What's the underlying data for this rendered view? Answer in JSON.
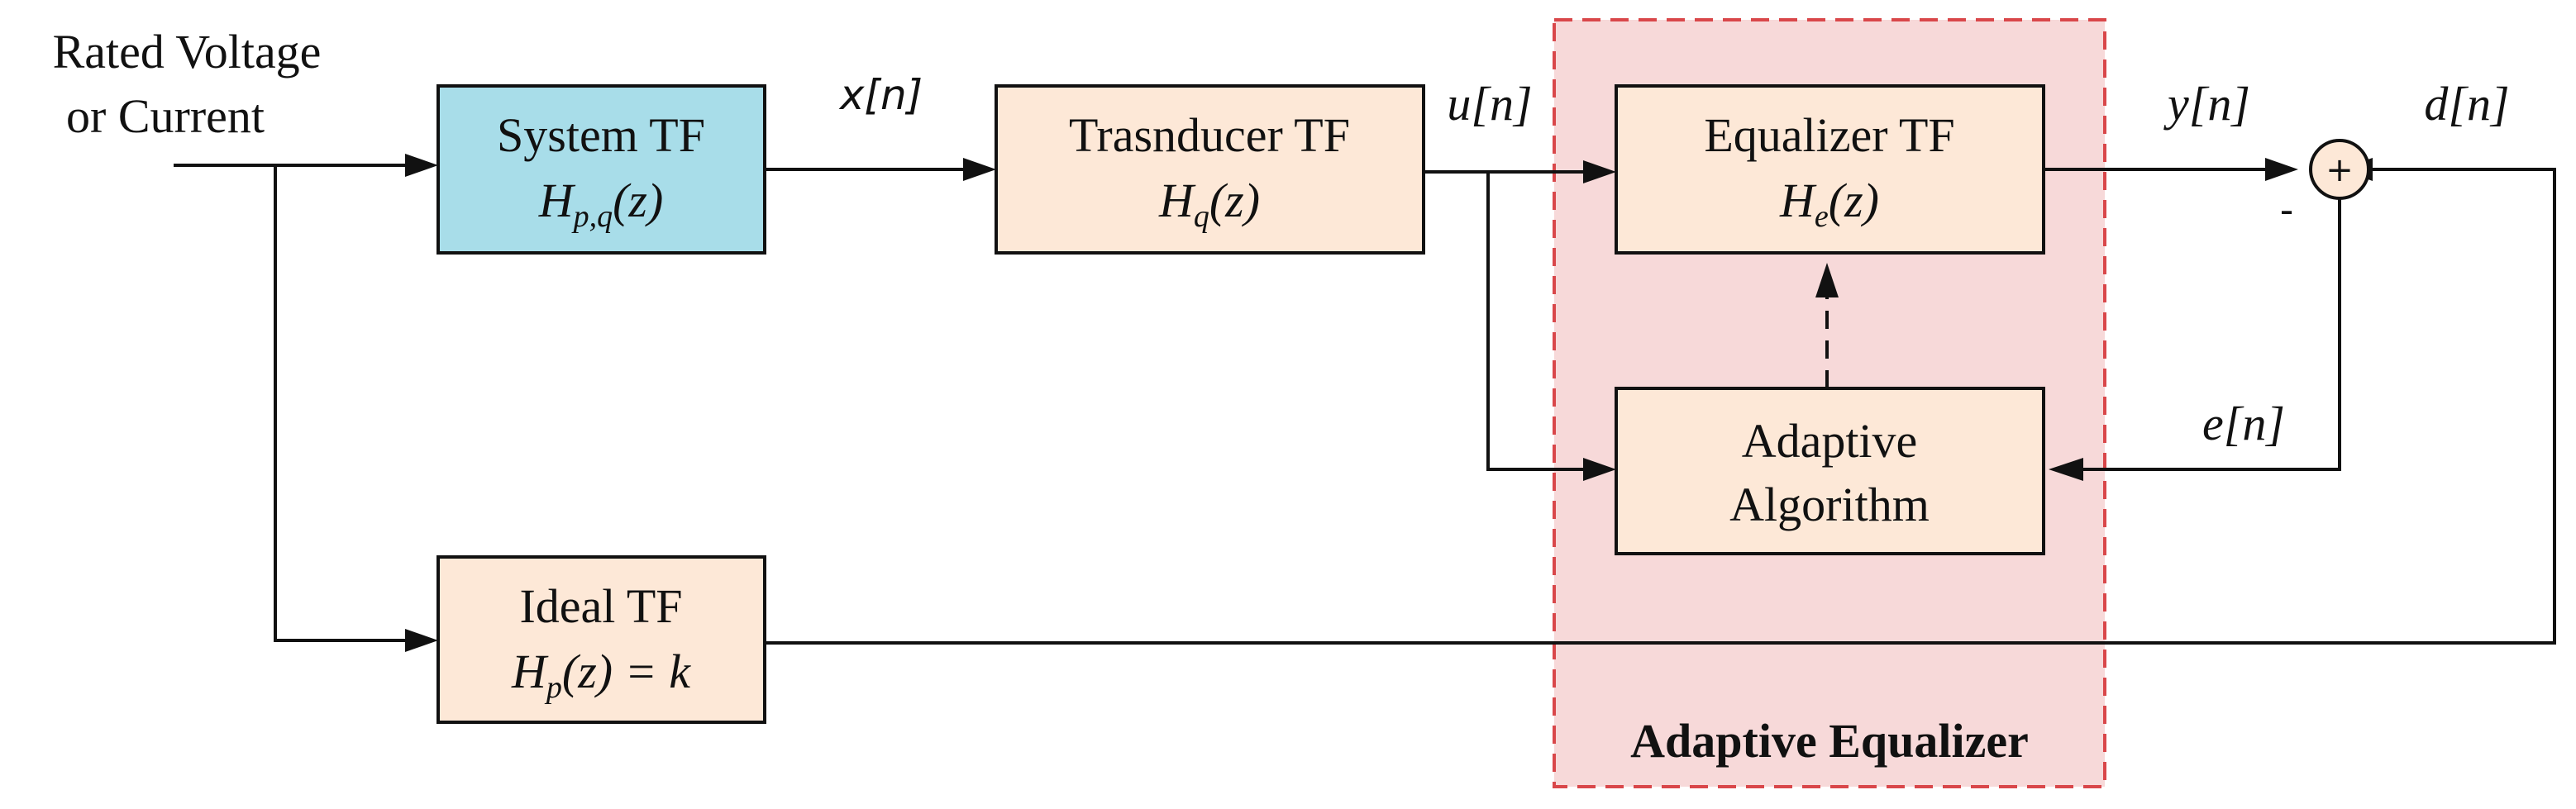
{
  "colors": {
    "system_block_fill": "#a8dde9",
    "block_fill": "#fde8d7",
    "equalizer_region_fill": "#f7d9d9",
    "equalizer_region_border": "#d9474a",
    "line": "#111111"
  },
  "input_label": {
    "line1": "Rated Voltage",
    "line2": "or Current"
  },
  "signals": {
    "x": "x[n]",
    "u": "u[n]",
    "y": "y[n]",
    "d": "d[n]",
    "e": "e[n]",
    "minus": "-"
  },
  "summing_junction": {
    "symbol": "+"
  },
  "blocks": {
    "system": {
      "title": "System TF",
      "formula": {
        "base": "H",
        "sub": "p,q",
        "rest": "(z)"
      }
    },
    "transducer": {
      "title": "Trasnducer TF",
      "formula": {
        "base": "H",
        "sub": "q",
        "rest": "(z)"
      }
    },
    "equalizer": {
      "title": "Equalizer TF",
      "formula": {
        "base": "H",
        "sub": "e",
        "rest": "(z)"
      }
    },
    "adaptive": {
      "line1": "Adaptive",
      "line2": "Algorithm"
    },
    "ideal": {
      "title": "Ideal TF",
      "formula": {
        "base": "H",
        "sub": "p",
        "rest": "(z) = k"
      }
    }
  },
  "region": {
    "label": "Adaptive Equalizer"
  }
}
